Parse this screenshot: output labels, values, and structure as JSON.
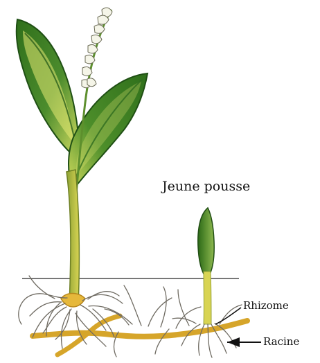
{
  "labels": {
    "young_shoot": "Jeune pousse",
    "rhizome": "Rhizome",
    "root": "Racine"
  },
  "colors": {
    "background": "#ffffff",
    "leaf_dark": "#2f6f1b",
    "leaf_light": "#d8df62",
    "rhizome": "#d6a52a",
    "root_lines": "#6f6b62",
    "ground_line": "#777777",
    "flowers": "#f5f5e8",
    "text": "#111111"
  }
}
